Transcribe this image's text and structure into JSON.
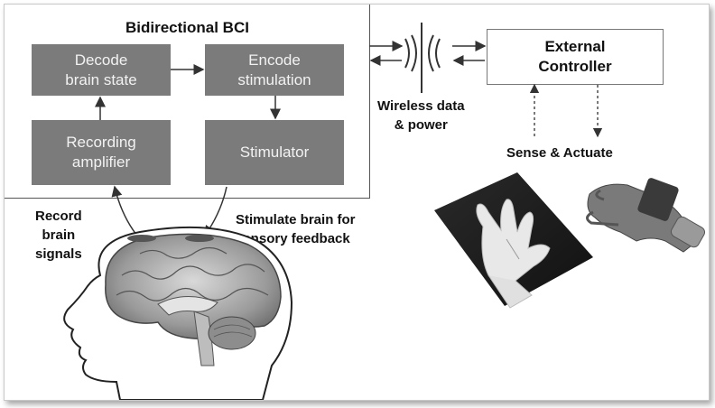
{
  "bci": {
    "title": "Bidirectional BCI",
    "decode": "Decode\nbrain state",
    "encode": "Encode\nstimulation",
    "recording": "Recording\namplifier",
    "stimulator": "Stimulator"
  },
  "external_controller": "External\nController",
  "wireless": "Wireless data\n& power",
  "sense_actuate": "Sense & Actuate",
  "record_signals": "Record\nbrain\nsignals",
  "stimulate_feedback": "Stimulate brain for\nsensory feedback",
  "colors": {
    "block": "#7b7b7b",
    "block_text": "#f2f2f2",
    "line": "#333333"
  }
}
